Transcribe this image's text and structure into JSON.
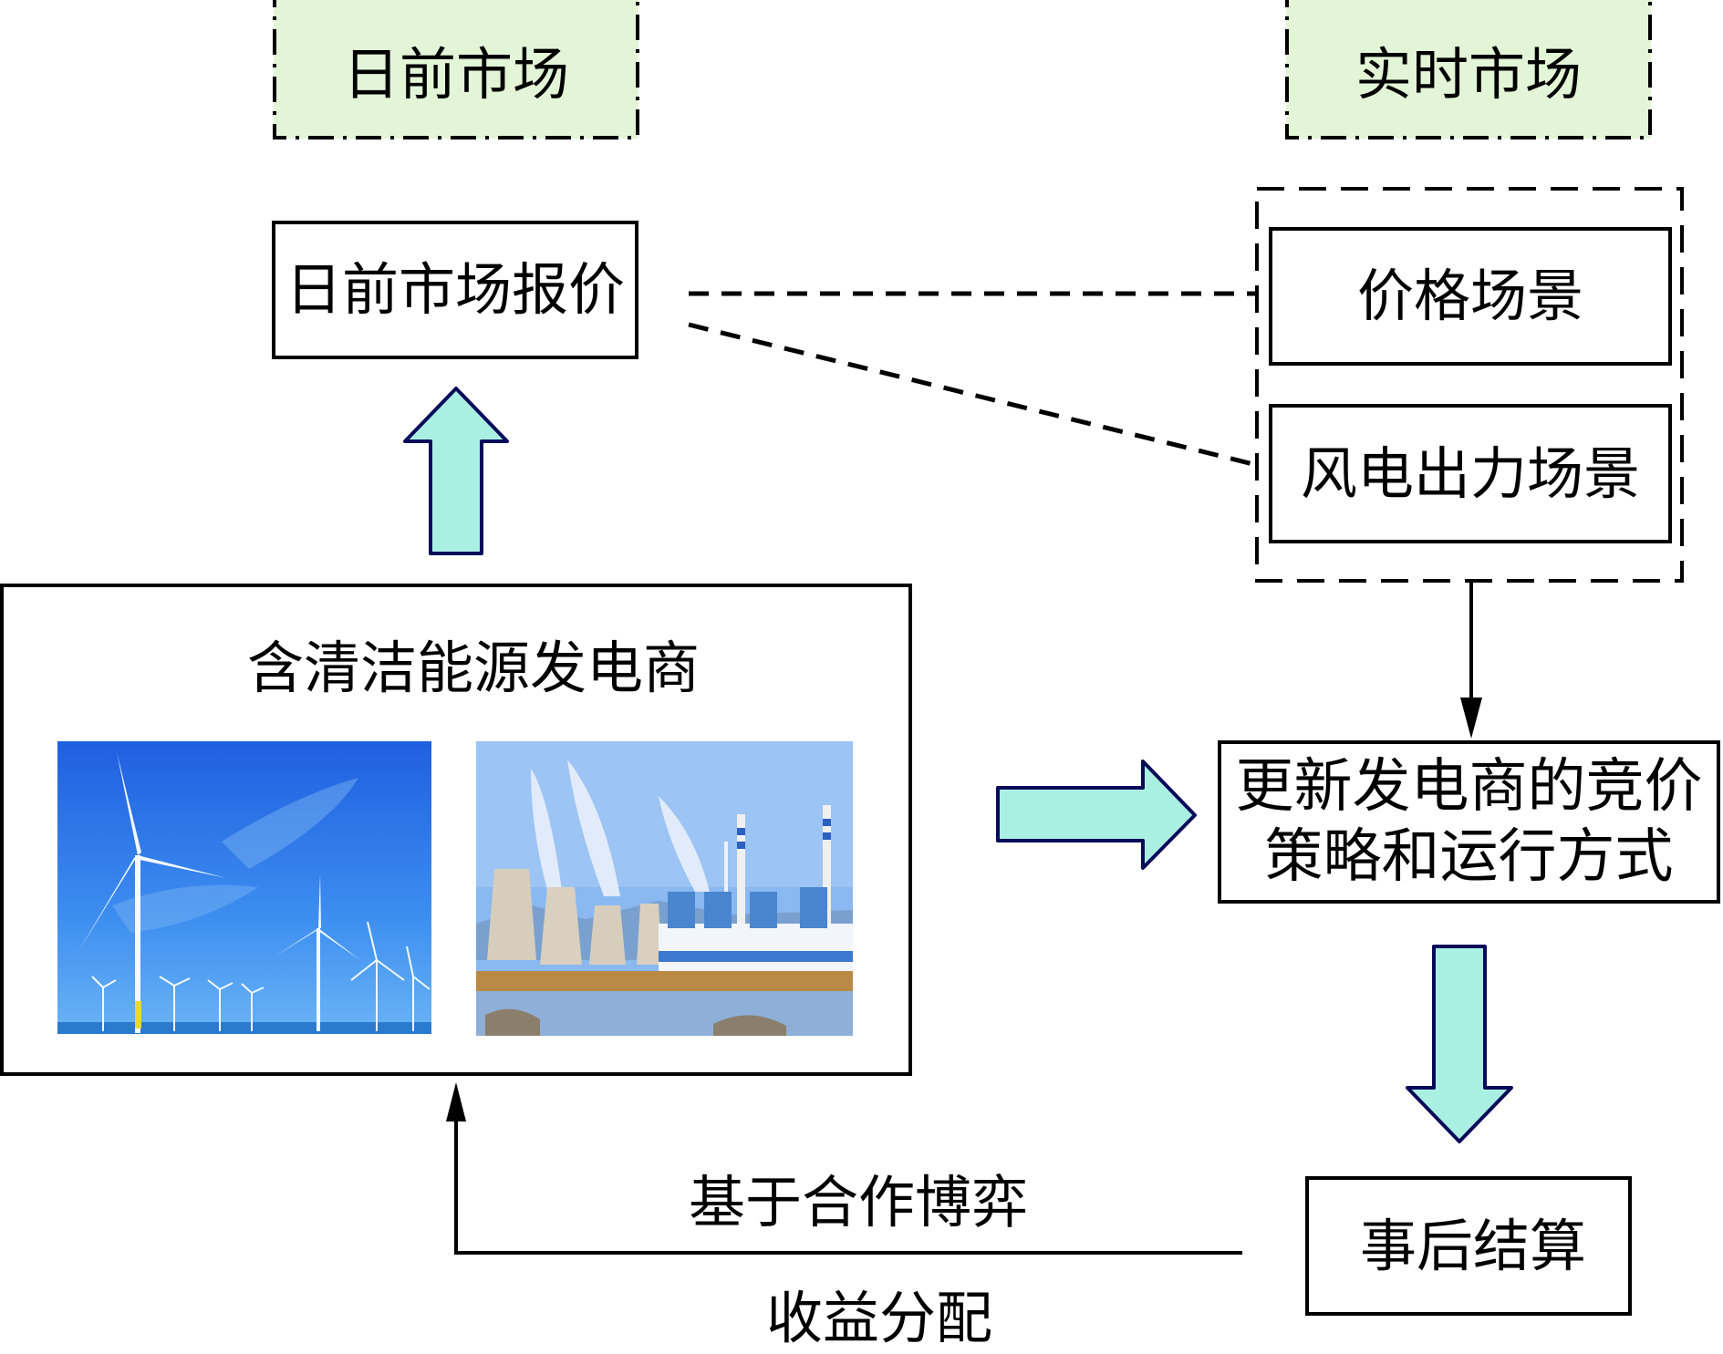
{
  "markets": {
    "day_ahead": "日前市场",
    "real_time": "实时市场"
  },
  "nodes": {
    "day_ahead_bid": "日前市场报价",
    "price_scenario": "价格场景",
    "wind_output_scenario": "风电出力场景",
    "producer": "含清洁能源发电商",
    "update_strategy_line1": "更新发电商的竞价",
    "update_strategy_line2": "策略和运行方式",
    "settlement": "事后结算"
  },
  "edge_labels": {
    "cooperative_game": "基于合作博弈",
    "revenue_allocation": "收益分配"
  },
  "images": {
    "wind_farm": "wind-turbines-photo",
    "thermal_plant": "thermal-power-plant-photo"
  },
  "colors": {
    "market_fill": "#e2f5d6",
    "block_arrow_fill": "#aaf0e2",
    "block_arrow_stroke": "#0a0a5a",
    "line": "#000000"
  }
}
